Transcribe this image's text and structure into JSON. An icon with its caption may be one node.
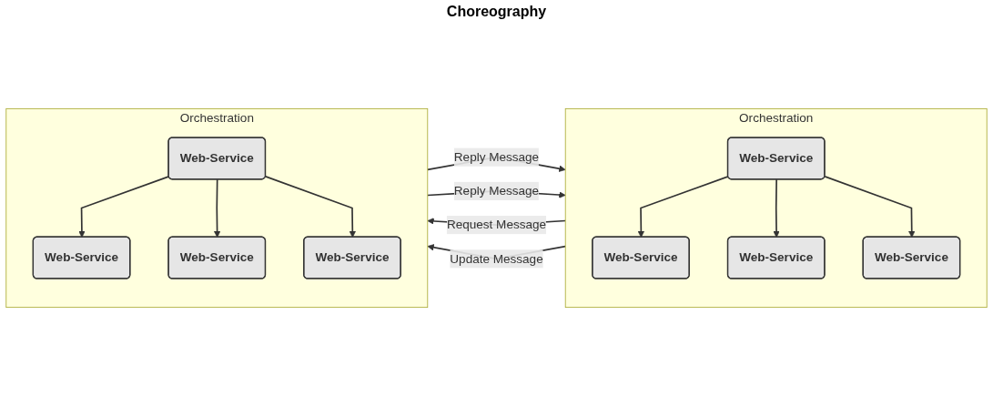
{
  "diagram": {
    "nodes": [
      {
        "text": [
          "Orchestration"
        ]
      },
      {
        "text": [
          "Web-Service"
        ],
        "in": 0
      },
      {
        "text": [
          "Web-Service"
        ],
        "in": 0
      },
      {
        "text": [
          "Web-Service"
        ],
        "in": 0
      },
      {
        "text": [
          "Web-Service"
        ],
        "in": 0
      },
      {
        "text": [
          "Orchestration"
        ]
      },
      {
        "text": [
          "Web-Service"
        ],
        "in": 5
      },
      {
        "text": [
          "Web-Service"
        ],
        "in": 5
      },
      {
        "text": [
          "Web-Service"
        ],
        "in": 5
      },
      {
        "text": [
          "Web-Service"
        ],
        "in": 5
      }
    ],
    "edges": [
      {
        "from": 1,
        "to": 2,
        "arrow": "to"
      },
      {
        "from": 1,
        "to": 4,
        "arrow": "to"
      },
      {
        "from": 1,
        "to": 3,
        "arrow": "to"
      },
      {
        "from": 0,
        "to": 5,
        "arrow": "to",
        "label": "Request Message"
      },
      {
        "from": 5,
        "to": 0,
        "arrow": "to",
        "label": "Reply Message"
      },
      {
        "from": 0,
        "to": 5,
        "arrow": "to",
        "label": "Update Message"
      },
      {
        "from": 5,
        "to": 0,
        "arrow": "to",
        "label": "Reply Message"
      },
      {
        "from": 6,
        "to": 7,
        "arrow": "to"
      },
      {
        "from": 6,
        "to": 9,
        "arrow": "to"
      },
      {
        "from": 6,
        "to": 8,
        "arrow": "to"
      }
    ],
    "labels": [
      "Choreography"
    ]
  }
}
